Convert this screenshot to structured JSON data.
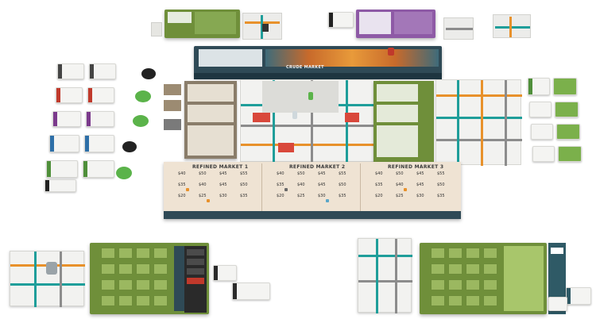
{
  "scene": {
    "market_labels": {
      "refined_market_1": "REFINED MARKET 1",
      "refined_market_2": "REFINED MARKET 2",
      "refined_market_3": "REFINED MARKET 3",
      "crude_market": "CRUDE MARKET"
    },
    "price_rows": [
      [
        "$40",
        "$50",
        "$45",
        "$55"
      ],
      [
        "$35",
        "$40",
        "$45",
        "$50"
      ],
      [
        "$20",
        "$25",
        "$30",
        "$35"
      ]
    ],
    "colors": {
      "pipe_teal": "#1f9e9a",
      "pipe_orange": "#e8912b",
      "pipe_grey": "#8c8c8c",
      "board_green": "#6f8f3a",
      "board_dark": "#2f4a56",
      "board_orange": "#c86a2b",
      "market_cream": "#efe3d3",
      "token_green": "#5bb34a",
      "token_black": "#222222",
      "card_red": "#c0392b",
      "card_purple": "#7b3a8c",
      "card_blue": "#2e6fa8",
      "card_green": "#4f8f3a"
    }
  }
}
